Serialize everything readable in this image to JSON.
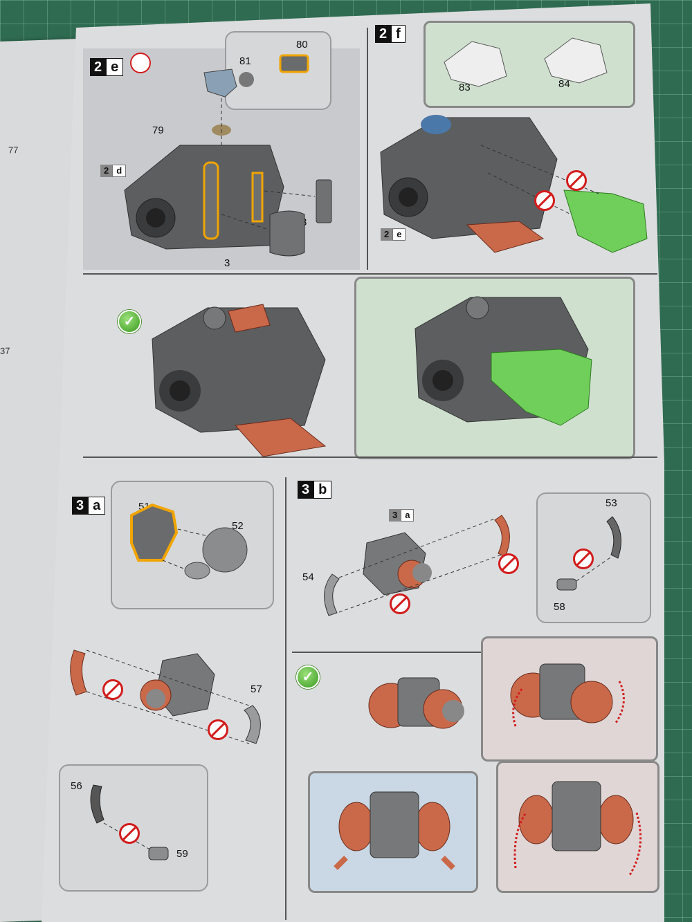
{
  "page": {
    "left_fragments": [
      "77",
      "37"
    ],
    "steps": {
      "s2e": {
        "num": "2",
        "letter": "e"
      },
      "s2f": {
        "num": "2",
        "letter": "f"
      },
      "s3a": {
        "num": "3",
        "letter": "a"
      },
      "s3b": {
        "num": "3",
        "letter": "b"
      }
    },
    "refs": {
      "r2d": {
        "num": "2",
        "letter": "d"
      },
      "r2e": {
        "num": "2",
        "letter": "e"
      },
      "r3a": {
        "num": "3",
        "letter": "a"
      }
    },
    "part_labels": {
      "p80": "80",
      "p81": "81",
      "p79": "79",
      "p8": "8",
      "p3": "3",
      "p83": "83",
      "p84": "84",
      "p51": "51",
      "p52": "52",
      "p57": "57",
      "p56": "56",
      "p59": "59",
      "p53": "53",
      "p54": "54",
      "p58": "58"
    },
    "colors": {
      "page": "#dcdddf",
      "grey_part": "#6a6b6d",
      "orange_part": "#c9694a",
      "green_part": "#6fcf5a",
      "highlight": "#f0a500",
      "no_glue_red": "#d21c1c"
    },
    "icons": [
      "no-glue-icon",
      "check-icon",
      "rotate-arrow-icon",
      "no-fold-icon"
    ]
  }
}
